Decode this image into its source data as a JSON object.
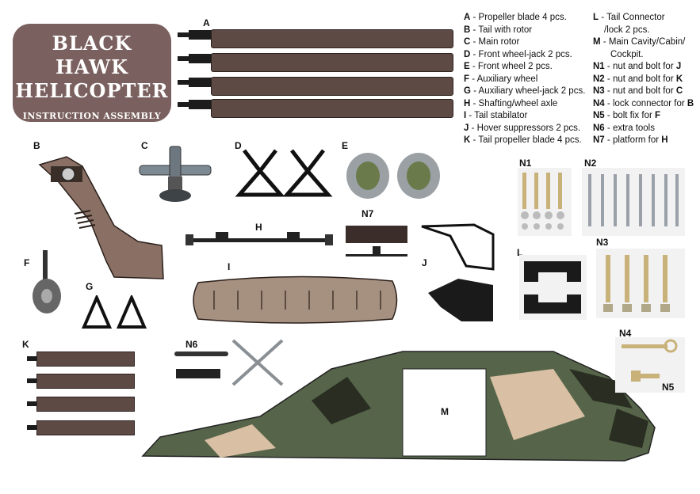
{
  "title": {
    "line1": "BLACK HAWK",
    "line2": "HELICOPTER",
    "subtitle": "INSTRUCTION ASSEMBLY"
  },
  "legend_left": [
    {
      "code": "A",
      "text": "Propeller blade 4 pcs."
    },
    {
      "code": "B",
      "text": "Tail with rotor"
    },
    {
      "code": "C",
      "text": "Main rotor"
    },
    {
      "code": "D",
      "text": "Front wheel-jack 2 pcs."
    },
    {
      "code": "E",
      "text": "Front wheel 2 pcs."
    },
    {
      "code": "F",
      "text": "Auxiliary wheel"
    },
    {
      "code": "G",
      "text": "Auxiliary wheel-jack 2 pcs."
    },
    {
      "code": "H",
      "text": "Shafting/wheel axle"
    },
    {
      "code": "I",
      "text": "Tail stabilator"
    },
    {
      "code": "J",
      "text": "Hover suppressors 2 pcs."
    },
    {
      "code": "K",
      "text": "Tail propeller blade 4 pcs."
    }
  ],
  "legend_right": {
    "L": {
      "code": "L",
      "line1": "Tail Connector",
      "line2": "/lock  2 pcs."
    },
    "M": {
      "code": "M",
      "line1": "Main Cavity/Cabin/",
      "line2": "Cockpit."
    },
    "items": [
      {
        "code": "N1",
        "text": "nut and bolt for ",
        "ref": "J"
      },
      {
        "code": "N2",
        "text": "nut and bolt for ",
        "ref": "K"
      },
      {
        "code": "N3",
        "text": "nut and bolt for ",
        "ref": "C"
      },
      {
        "code": "N4",
        "text": "lock connector for ",
        "ref": "B"
      },
      {
        "code": "N5",
        "text": "bolt fix for ",
        "ref": "F"
      },
      {
        "code": "N6",
        "text": "extra tools",
        "ref": ""
      },
      {
        "code": "N7",
        "text": "platform for ",
        "ref": "H"
      }
    ]
  },
  "part_labels": {
    "A": "A",
    "B": "B",
    "C": "C",
    "D": "D",
    "E": "E",
    "F": "F",
    "G": "G",
    "H": "H",
    "I": "I",
    "J": "J",
    "K": "K",
    "L": "L",
    "M": "M",
    "N1": "N1",
    "N2": "N2",
    "N3": "N3",
    "N4": "N4",
    "N5": "N5",
    "N6": "N6",
    "N7": "N7"
  },
  "colors": {
    "title_bg": "#7a605e",
    "blade": "#5e4a45",
    "camo_green": "#56654a",
    "camo_dark": "#2a2e22",
    "camo_tan": "#d9bfa3",
    "stabilator": "#a69080"
  }
}
